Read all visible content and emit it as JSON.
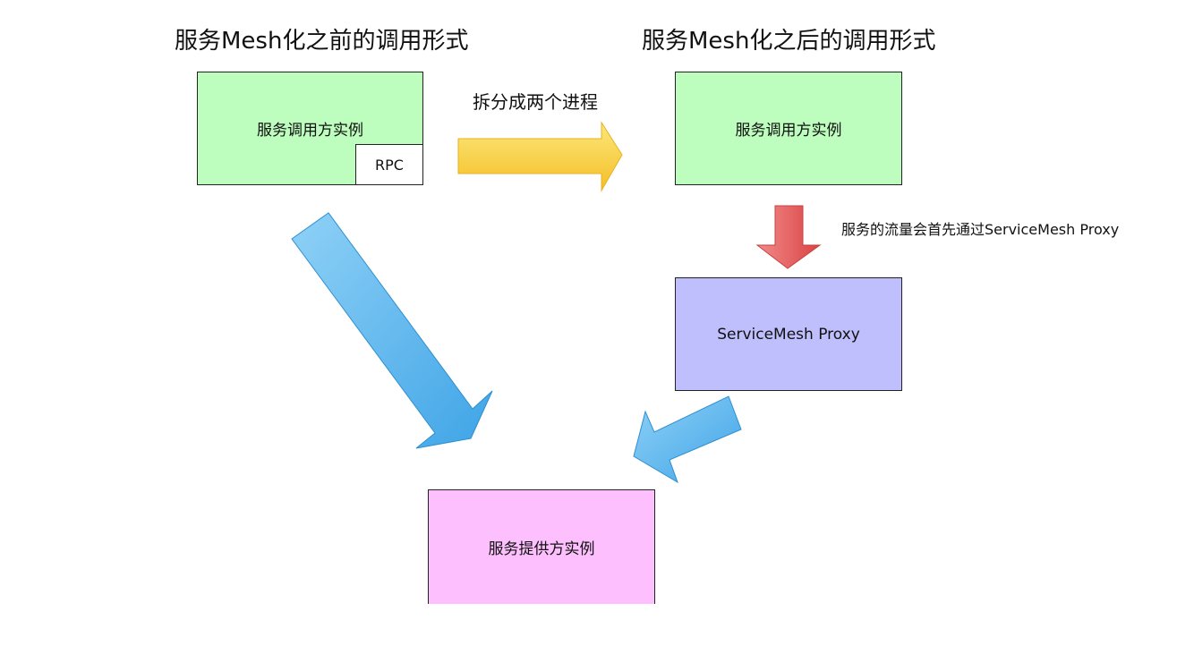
{
  "headings": {
    "before": "服务Mesh化之前的调用形式",
    "after": "服务Mesh化之后的调用形式"
  },
  "boxes": {
    "caller_before": {
      "label": "服务调用方实例",
      "fill": "#bdfdbd"
    },
    "rpc": {
      "label": "RPC",
      "fill": "#ffffff"
    },
    "caller_after": {
      "label": "服务调用方实例",
      "fill": "#bdfdbd"
    },
    "proxy": {
      "label": "ServiceMesh Proxy",
      "fill": "#bfbffd"
    },
    "provider": {
      "label": "服务提供方实例",
      "fill": "#fdbffd"
    }
  },
  "labels": {
    "split": "拆分成两个进程",
    "traffic": "服务的流量会首先通过ServiceMesh Proxy"
  },
  "arrow_colors": {
    "split": "#f9cf3e",
    "traffic": "#e05a5a",
    "direct_call": "#4fb0ea",
    "proxy_call": "#4fb0ea"
  }
}
